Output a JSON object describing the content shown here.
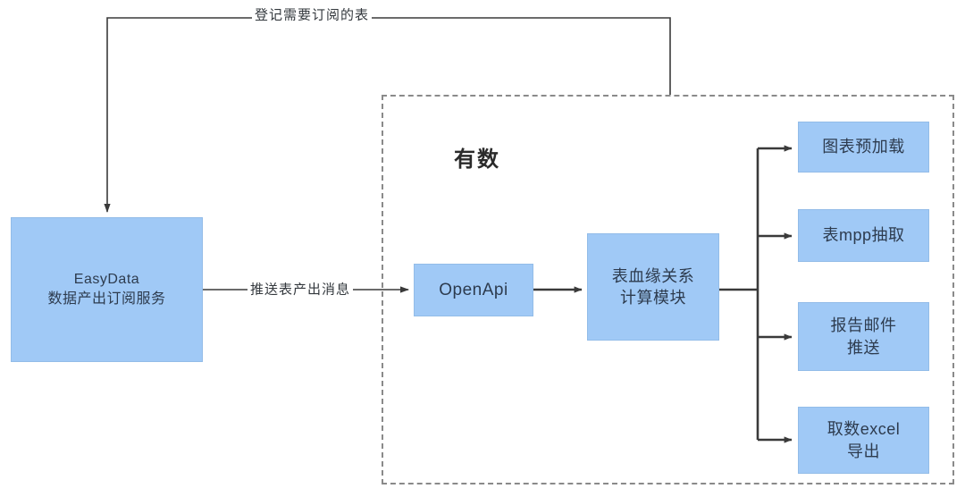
{
  "diagram": {
    "type": "flowchart",
    "background": "#ffffff",
    "palette": {
      "node_fill": "#a0c9f6",
      "node_border": "#93bce8",
      "node_text": "#2d3b4e",
      "edge_stroke": "#3a3a3a",
      "group_border": "#8a8a8a",
      "label_text": "#33383d"
    },
    "group": {
      "title": "有数",
      "style": "dashed"
    },
    "nodes": [
      {
        "id": "easydata",
        "label": "EasyData\n数据产出订阅服务"
      },
      {
        "id": "openapi",
        "label": "OpenApi"
      },
      {
        "id": "lineage",
        "label": "表血缘关系\n计算模块"
      },
      {
        "id": "out0",
        "label": "图表预加载"
      },
      {
        "id": "out1",
        "label": "表mpp抽取"
      },
      {
        "id": "out2",
        "label": "报告邮件\n推送"
      },
      {
        "id": "out3",
        "label": "取数excel\n导出"
      }
    ],
    "edge_labels": {
      "register": "登记需要订阅的表",
      "push": "推送表产出消息"
    },
    "edges": [
      {
        "from": "group",
        "to": "easydata",
        "label": "登记需要订阅的表"
      },
      {
        "from": "easydata",
        "to": "openapi",
        "label": "推送表产出消息"
      },
      {
        "from": "openapi",
        "to": "lineage",
        "label": ""
      },
      {
        "from": "lineage",
        "to": "out0",
        "label": ""
      },
      {
        "from": "lineage",
        "to": "out1",
        "label": ""
      },
      {
        "from": "lineage",
        "to": "out2",
        "label": ""
      },
      {
        "from": "lineage",
        "to": "out3",
        "label": ""
      }
    ]
  }
}
